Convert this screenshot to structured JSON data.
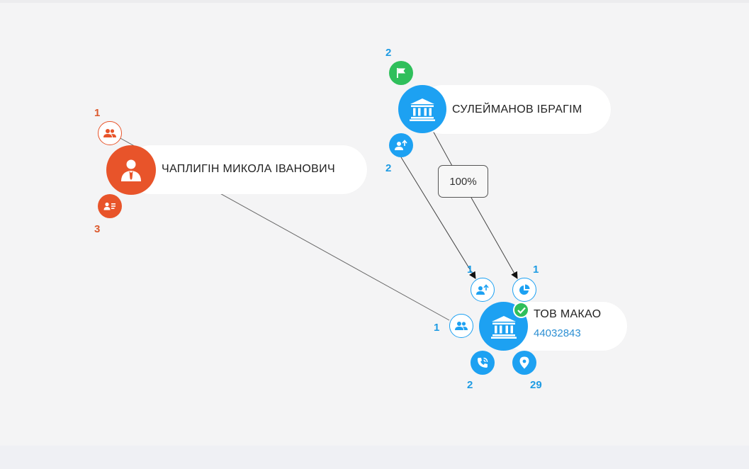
{
  "colors": {
    "blue": "#1da1f2",
    "orange": "#e8542a",
    "green": "#2fbf5b",
    "edge": "#555555"
  },
  "nodes": {
    "chaplygin": {
      "name": "ЧАПЛИГІН МИКОЛА ІВАНОВИЧ",
      "icon": "person-suit-icon",
      "satellites": {
        "relations": {
          "icon": "people-icon",
          "count": "1"
        },
        "documents": {
          "icon": "id-card-icon",
          "count": "3"
        }
      }
    },
    "suleimanov": {
      "name": "СУЛЕЙМАНОВ ІБРАГІМ",
      "icon": "bank-icon",
      "satellites": {
        "flags": {
          "icon": "flag-icon",
          "count": "2"
        },
        "founders": {
          "icon": "person-arrow-icon",
          "count": "2"
        }
      }
    },
    "makao": {
      "name": "ТОВ МАКАО",
      "code": "44032843",
      "icon": "bank-icon",
      "status_icon": "check-icon",
      "satellites": {
        "founders": {
          "icon": "person-arrow-icon",
          "count": "1"
        },
        "shares": {
          "icon": "pie-chart-icon",
          "count": "1"
        },
        "relations": {
          "icon": "people-icon",
          "count": "1"
        },
        "phones": {
          "icon": "phone-icon",
          "count": "2"
        },
        "addresses": {
          "icon": "location-pin-icon",
          "count": "29"
        }
      }
    }
  },
  "edges": {
    "suleimanov_share": {
      "label": "100%"
    }
  }
}
